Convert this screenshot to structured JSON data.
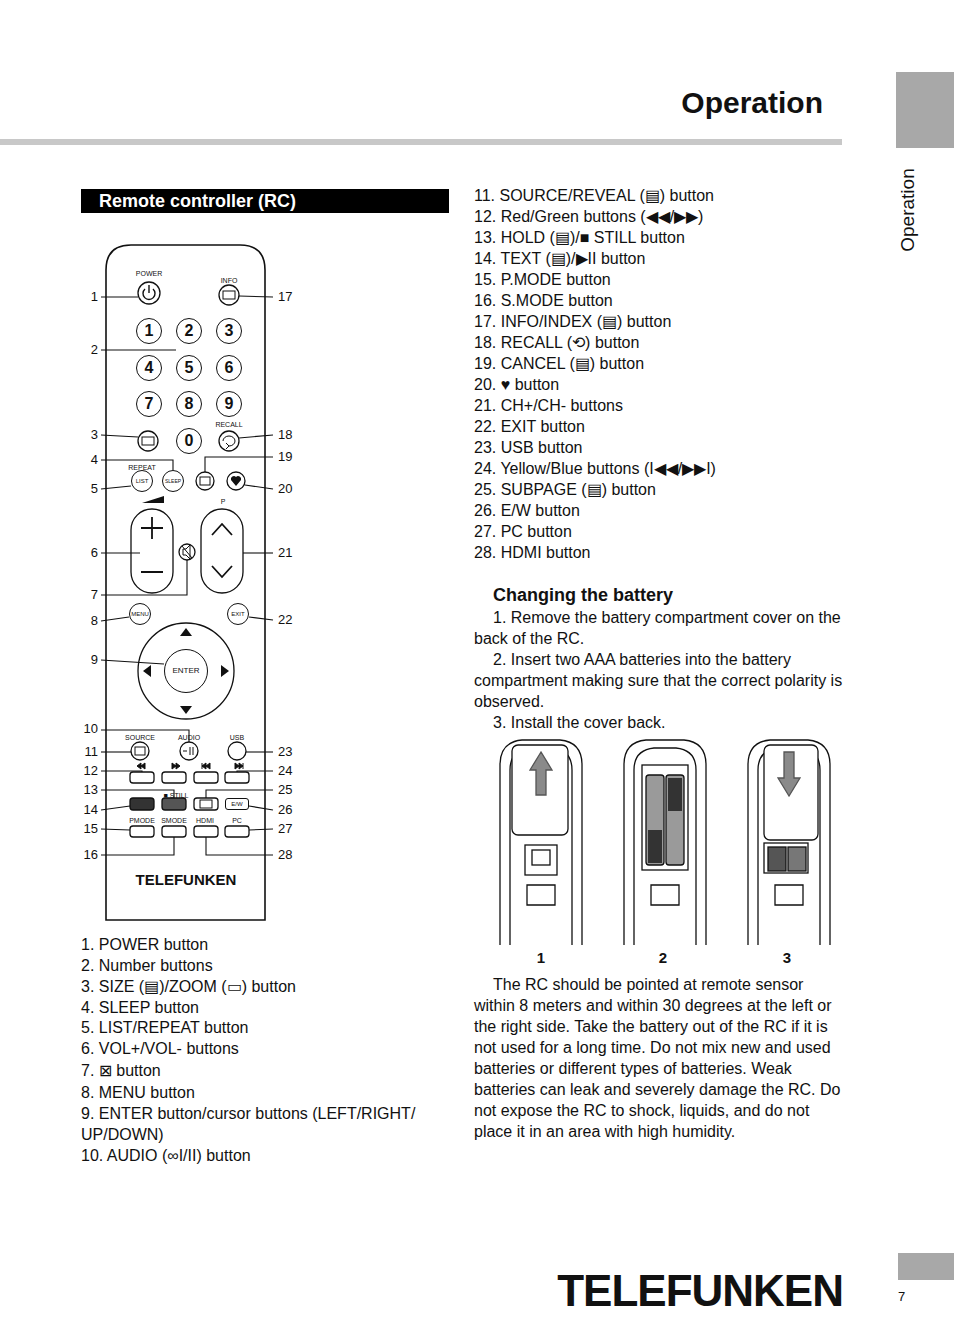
{
  "diagram": {
    "title": "Operation",
    "nodes": [
      {
        "text": [
          "Remote controller (RC)"
        ]
      },
      {
        "text": [
          "1"
        ]
      },
      {
        "text": [
          "2"
        ]
      },
      {
        "text": [
          "3"
        ]
      },
      {
        "text": [
          "4"
        ]
      },
      {
        "text": [
          "5"
        ]
      },
      {
        "text": [
          "6"
        ]
      },
      {
        "text": [
          "7"
        ]
      },
      {
        "text": [
          "8"
        ]
      },
      {
        "text": [
          "9"
        ]
      },
      {
        "text": [
          "0"
        ]
      },
      {
        "text": [
          "LIST"
        ]
      },
      {
        "text": [
          "SLEEP"
        ]
      },
      {
        "text": [
          "MENU"
        ]
      },
      {
        "text": [
          "EXIT"
        ]
      },
      {
        "text": [
          "ENTER"
        ]
      },
      {
        "text": [
          "E/W"
        ]
      }
    ],
    "labels": [
      "Operation",
      "1",
      "2",
      "3",
      "4",
      "5",
      "6",
      "7",
      "8",
      "9",
      "10",
      "11",
      "12",
      "13",
      "14",
      "15",
      "16",
      "17",
      "18",
      "19",
      "20",
      "21",
      "22",
      "23",
      "24",
      "25",
      "26",
      "27",
      "28",
      "POWER",
      "INFO",
      "RECALL",
      "REPEAT",
      "P",
      "SOURCE",
      "AUDIO",
      "USB",
      "■ STILL",
      "PMODE",
      "SMODE",
      "HDMI",
      "PC",
      "TELEFUNKEN",
      "1. POWER button",
      "2. Number buttons",
      "3. SIZE (▤)/ZOOM (▭) button",
      "4. SLEEP button",
      "5. LIST/REPEAT button",
      "6. VOL+/VOL- buttons",
      "7. ⊠ button",
      "8. MENU button",
      "9. ENTER button/cursor buttons (LEFT/RIGHT/ UP/DOWN)",
      "10. AUDIO (∞I/II) button",
      "11. SOURCE/REVEAL (▤) button",
      "12. Red/Green buttons (◀◀/▶▶)",
      "13. HOLD (▤)/■ STILL button",
      "14. TEXT (▤)/▶II button",
      "15. P.MODE button",
      "16. S.MODE button",
      "17. INFO/INDEX (▤) button",
      "18. RECALL (⟲) button",
      "19. CANCEL (▤) button",
      "20. ♥ button",
      "21. CH+/CH- buttons",
      "22. EXIT button",
      "23. USB button",
      "24. Yellow/Blue buttons (I◀◀/▶▶I)",
      "25. SUBPAGE (▤) button",
      "26. E/W button",
      "27. PC button",
      "28. HDMI button",
      "Changing the battery",
      "1. Remove the battery compartment cover on the back of the RC.",
      "2. Insert two AAA batteries into the battery compartment making sure that the correct polarity is observed.",
      "3. Install the cover back.",
      "1",
      "2",
      "3",
      "The RC should be pointed at remote sensor within 8 meters and within 30 degrees at the left or the right side. Take the battery out of the RC if it is not used for a long time. Do not mix new and used batteries or different types of batteries. Weak batteries can leak and severely damage the RC. Do not expose the RC to shock, liquids, and do not place it in an area with high humidity.",
      "TELEFUNKEN",
      "7"
    ]
  }
}
